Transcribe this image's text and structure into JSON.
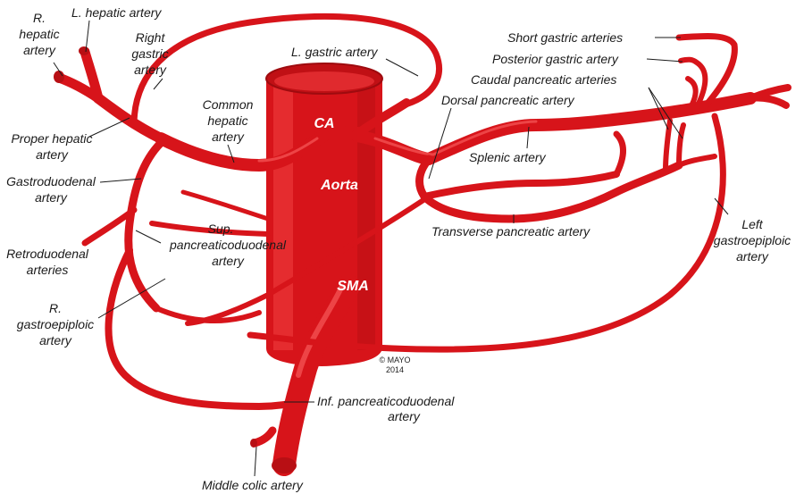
{
  "labels": {
    "r_hepatic": [
      "R.",
      "hepatic",
      "artery"
    ],
    "l_hepatic": "L. hepatic artery",
    "right_gastric": [
      "Right",
      "gastric",
      "artery"
    ],
    "l_gastric": "L. gastric artery",
    "short_gastric": "Short gastric arteries",
    "posterior_gastric": "Posterior gastric artery",
    "caudal_pancreatic": "Caudal pancreatic arteries",
    "dorsal_pancreatic": "Dorsal pancreatic artery",
    "common_hepatic": [
      "Common",
      "hepatic",
      "artery"
    ],
    "ca": "CA",
    "proper_hepatic": [
      "Proper hepatic",
      "artery"
    ],
    "splenic": "Splenic artery",
    "gastroduodenal": [
      "Gastroduodenal",
      "artery"
    ],
    "aorta": "Aorta",
    "sup_pancreaticoduodenal": [
      "Sup.",
      "pancreaticoduodenal",
      "artery"
    ],
    "transverse_pancreatic": "Transverse pancreatic artery",
    "left_gastroepiploic": [
      "Left",
      "gastroepiploic",
      "artery"
    ],
    "retroduodenal": [
      "Retroduodenal",
      "arteries"
    ],
    "sma": "SMA",
    "r_gastroepiploic": [
      "R.",
      "gastroepiploic",
      "artery"
    ],
    "inf_pancreaticoduodenal": [
      "Inf. pancreaticoduodenal",
      "artery"
    ],
    "middle_colic": "Middle colic artery"
  },
  "copyright": [
    "© MAYO",
    "2014"
  ],
  "colors": {
    "artery": "#d7141a",
    "artery_dark": "#b80f14",
    "artery_highlight": "#ff6b6b",
    "text": "#1a1a1a"
  }
}
